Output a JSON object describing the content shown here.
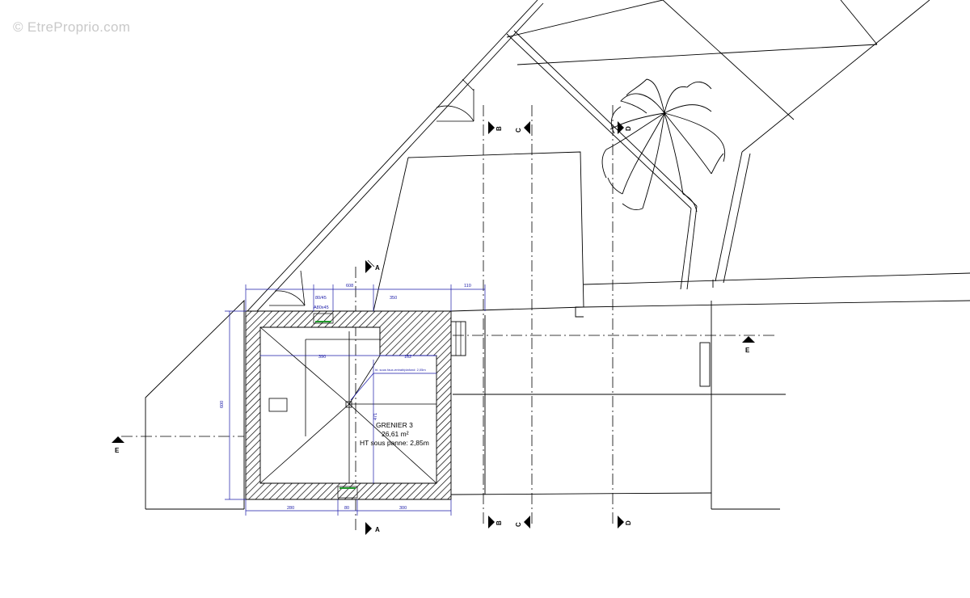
{
  "watermark": "© EtreProprio.com",
  "room": {
    "name": "GRENIER 3",
    "area": "26,61 m²",
    "height": "HT sous panne: 2,85m"
  },
  "section_markers": {
    "a_top": "A",
    "a_bottom": "A",
    "b_top": "B",
    "b_bottom": "B",
    "c_top": "C",
    "c_bottom": "C",
    "d_top": "D",
    "d_bottom": "D",
    "e_left": "E",
    "e_right": "E"
  },
  "dimensions": {
    "top_total": "608",
    "top_window": "80/45",
    "top_mid": "350",
    "top_right": "110",
    "window_small": "A80x45",
    "left_total": "600",
    "inner_width": "390",
    "stair_width": "162",
    "mid_vertical": "471",
    "bottom_left": "280",
    "bottom_mid": "80",
    "bottom_right": "300",
    "note": "ht. sous faux-entrait/plafond: 2,05m"
  },
  "colors": {
    "line": "#000000",
    "dimension": "#1a1aa8",
    "window": "#1f9a2a",
    "watermark": "#c9c9c9"
  }
}
